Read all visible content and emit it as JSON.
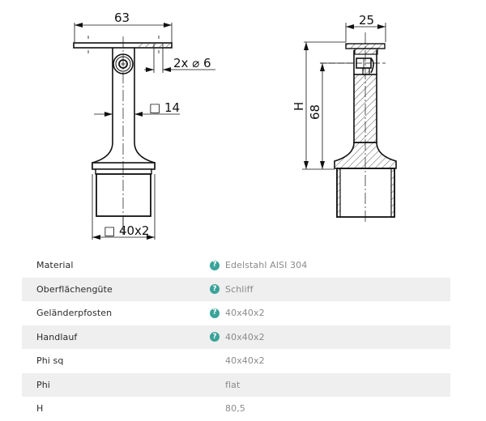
{
  "drawing": {
    "front_view": {
      "dim_width": "63",
      "dim_holes": "2x ⌀ 6",
      "dim_post": "□ 14",
      "dim_tube": "□ 40x2"
    },
    "side_view": {
      "dim_width": "25",
      "dim_H": "H",
      "dim_68": "68"
    }
  },
  "specs": {
    "rows": [
      {
        "label": "Material",
        "value": "Edelstahl AISI 304",
        "help": true,
        "shaded": false
      },
      {
        "label": "Oberflächengüte",
        "value": "Schliff",
        "help": true,
        "shaded": true
      },
      {
        "label": "Geländerpfosten",
        "value": "40x40x2",
        "help": true,
        "shaded": false
      },
      {
        "label": "Handlauf",
        "value": "40x40x2",
        "help": true,
        "shaded": true
      },
      {
        "label": "Phi sq",
        "value": "40x40x2",
        "help": false,
        "shaded": false
      },
      {
        "label": "Phi",
        "value": "flat",
        "help": false,
        "shaded": true
      },
      {
        "label": "H",
        "value": "80,5",
        "help": false,
        "shaded": false
      }
    ],
    "help_icon": "?",
    "help_color": "#3aa39a",
    "shade_color": "#efefef"
  }
}
